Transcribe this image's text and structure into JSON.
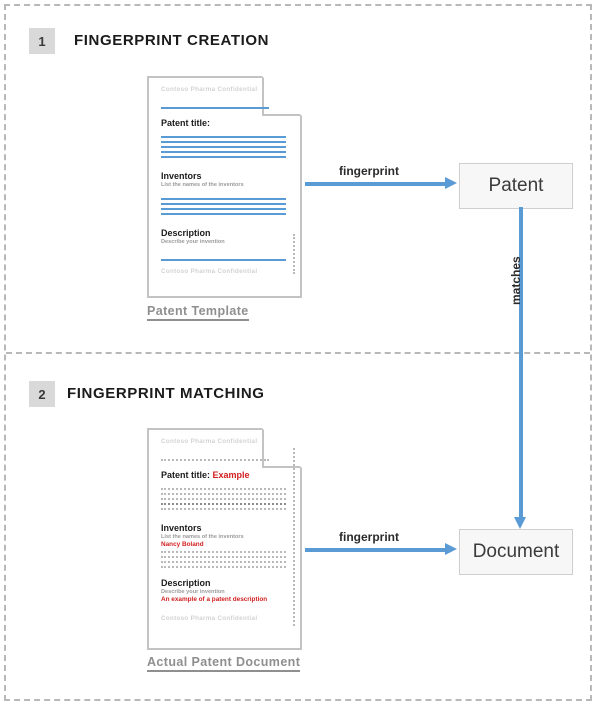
{
  "diagram": {
    "sections": [
      {
        "number": "1",
        "title": "FINGERPRINT CREATION"
      },
      {
        "number": "2",
        "title": "FINGERPRINT MATCHING"
      }
    ],
    "documents": [
      {
        "id": "patent-template",
        "caption": "Patent Template",
        "header_confidential": "Contoso Pharma Confidential",
        "footer_confidential": "Contoso Pharma Confidential",
        "fields": [
          {
            "label": "Patent title:",
            "value": ""
          },
          {
            "label": "Inventors",
            "hint": "List the names of the inventors",
            "value": ""
          },
          {
            "label": "Description",
            "hint": "Describe your invention",
            "value": ""
          }
        ]
      },
      {
        "id": "actual-patent-document",
        "caption": "Actual Patent Document",
        "header_confidential": "Contoso Pharma Confidential",
        "footer_confidential": "Contoso Pharma Confidential",
        "fields": [
          {
            "label": "Patent title:",
            "value": "Example"
          },
          {
            "label": "Inventors",
            "hint": "List the names of the inventors",
            "value": "Nancy Boland"
          },
          {
            "label": "Description",
            "hint": "Describe your invention",
            "value": "An example of a patent description"
          }
        ]
      }
    ],
    "nodes": [
      {
        "id": "patent-node",
        "label": "Patent"
      },
      {
        "id": "document-node",
        "label": "Document"
      }
    ],
    "edges": [
      {
        "id": "template-to-patent",
        "label": "fingerprint",
        "direction": "horizontal"
      },
      {
        "id": "patent-to-document",
        "label": "matches",
        "direction": "vertical"
      },
      {
        "id": "actual-to-document",
        "label": "fingerprint",
        "direction": "horizontal"
      }
    ],
    "colors": {
      "accent_blue": "#5b9bd5",
      "highlight_red": "#d21f1f",
      "badge_gray": "#d9d9d9",
      "frame_gray": "#b8b8b8",
      "caption_gray": "#8f8f8f"
    }
  }
}
